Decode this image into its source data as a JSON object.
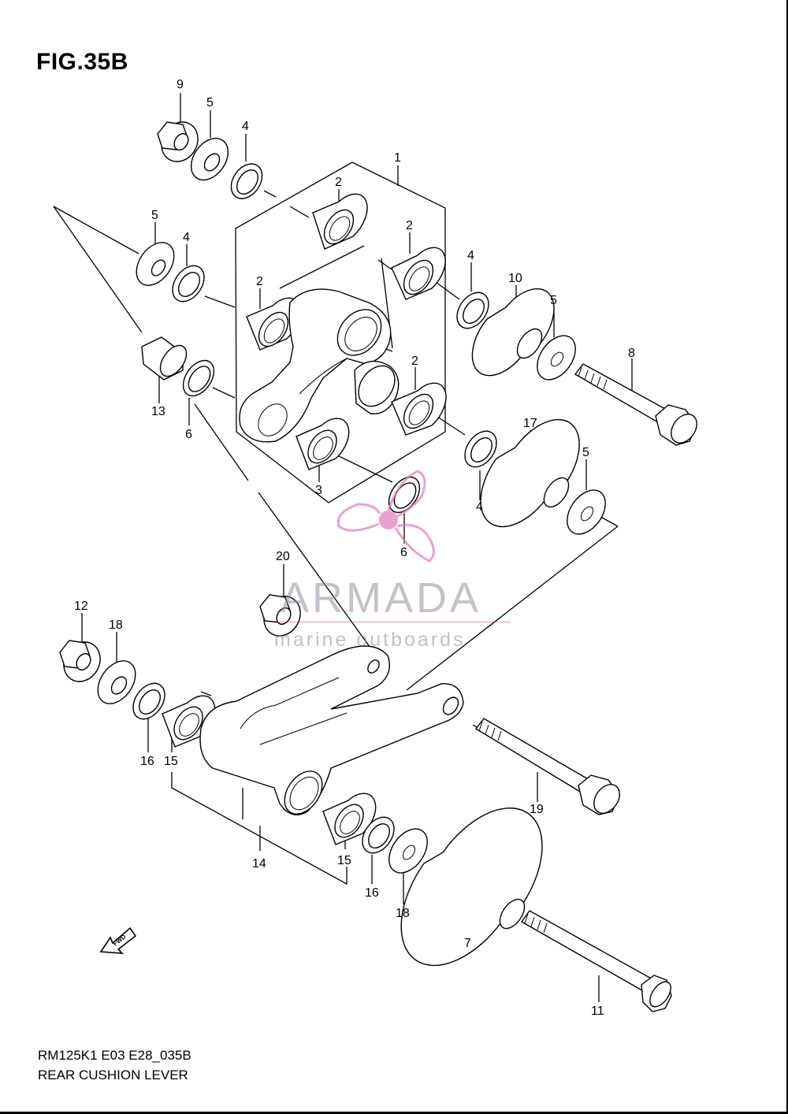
{
  "figure": {
    "title": "FIG.35B",
    "code": "RM125K1 E03 E28_035B",
    "name": "REAR CUSHION LEVER",
    "fwd_label": "FWD"
  },
  "watermark": {
    "brand": "ARMADA",
    "tagline": "marine outboards",
    "logo_icon": "propeller-icon",
    "color": "#e07ab8"
  },
  "callouts": [
    "9",
    "5",
    "4",
    "1",
    "2",
    "5",
    "4",
    "2",
    "4",
    "10",
    "5",
    "2",
    "8",
    "2",
    "13",
    "6",
    "3",
    "17",
    "5",
    "4",
    "6",
    "20",
    "12",
    "18",
    "16",
    "15",
    "19",
    "14",
    "15",
    "16",
    "18",
    "7",
    "11"
  ]
}
